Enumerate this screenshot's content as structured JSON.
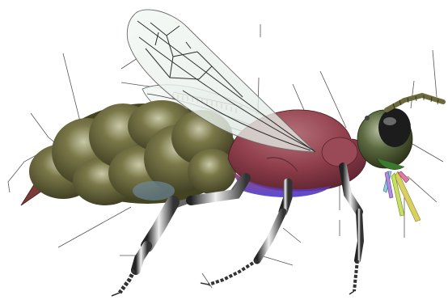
{
  "diagram": {
    "labels_visible": false,
    "parts": [
      {
        "name": "forewing",
        "color": "#eef4f1"
      },
      {
        "name": "hindwing",
        "color": "#e6efe9"
      },
      {
        "name": "abdomen",
        "color": "#5c5a36"
      },
      {
        "name": "thorax",
        "color": "#8f3e4a"
      },
      {
        "name": "coxa-region",
        "color": "#5a3cc8"
      },
      {
        "name": "head",
        "color": "#4a5a36"
      },
      {
        "name": "compound-eye",
        "color": "#1c1c1c"
      },
      {
        "name": "antenna",
        "color": "#6b6a3c"
      },
      {
        "name": "mouthparts",
        "color": "#d8d060"
      },
      {
        "name": "stinger",
        "color": "#8a4040"
      },
      {
        "name": "legs",
        "color": "#9a9a9a"
      }
    ],
    "leader_line_color": "#555555"
  }
}
